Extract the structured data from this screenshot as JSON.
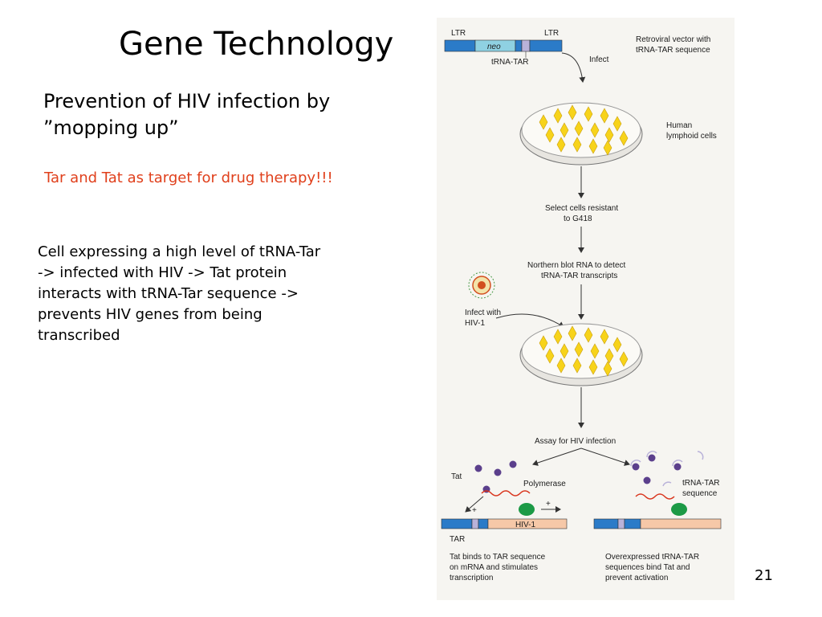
{
  "slide": {
    "title": "Gene Technology",
    "subtitle_lines": [
      "Prevention of HIV infection by",
      "”mopping up”"
    ],
    "red_note": "Tar and Tat as target for drug therapy!!!",
    "body_lines": [
      "Cell expressing a high level of tRNA-Tar",
      "-> infected with HIV -> Tat protein",
      "interacts with tRNA-Tar sequence ->",
      "prevents HIV genes from being",
      "transcribed"
    ],
    "page_number": "21"
  },
  "figure": {
    "vector": {
      "ltr_left": "LTR",
      "ltr_right": "LTR",
      "neo": "neo",
      "trna_tar": "tRNA-TAR",
      "infect": "Infect"
    },
    "retroviral_caption": [
      "Retroviral vector with",
      "tRNA-TAR sequence"
    ],
    "lymphoid_caption": [
      "Human",
      "lymphoid cells"
    ],
    "select_step": [
      "Select cells resistant",
      "to G418"
    ],
    "northern_step": [
      "Northern blot RNA to detect",
      "tRNA-TAR transcripts"
    ],
    "infect_hiv": [
      "Infect with",
      "HIV-1"
    ],
    "assay_step": "Assay for HIV infection",
    "left_panel": {
      "tat": "Tat",
      "polymerase": "Polymerase",
      "plus_left": "+",
      "plus_right": "+",
      "tar": "TAR",
      "hiv_label": "HIV-1",
      "caption": [
        "Tat binds to TAR sequence",
        "on mRNA and stimulates",
        "transcription"
      ]
    },
    "right_panel": {
      "trna_tar": [
        "tRNA-TAR",
        "sequence"
      ],
      "caption": [
        "Overexpressed tRNA-TAR",
        "sequences bind Tat and",
        "prevent activation"
      ]
    },
    "colors": {
      "dish_cells": "#f7d31a",
      "vector_blue": "#2b7bc8",
      "tat_purple": "#5b3f8c",
      "polymerase_green": "#1c9a46",
      "mrna_red": "#d9341c"
    }
  }
}
